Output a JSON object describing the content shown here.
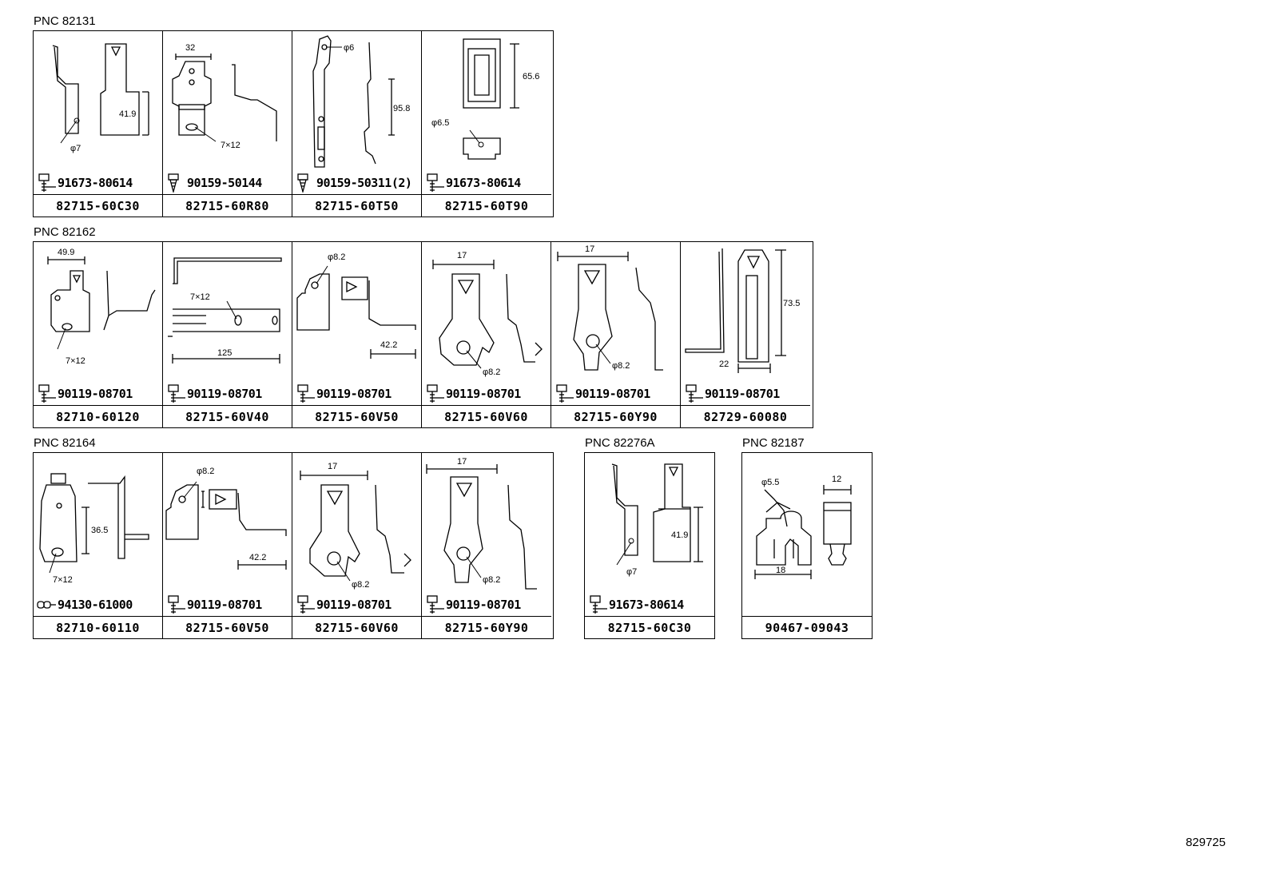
{
  "groups": [
    {
      "title": "PNC 82131",
      "cells": [
        {
          "fastener_icon": "flange-bolt-icon",
          "fastener": "91673-80614",
          "part": "82715-60C30",
          "dims": [
            "41.9",
            "φ7"
          ]
        },
        {
          "fastener_icon": "tapping-screw-icon",
          "fastener": "90159-50144",
          "part": "82715-60R80",
          "dims": [
            "32",
            "7×12"
          ]
        },
        {
          "fastener_icon": "tapping-screw-icon",
          "fastener": "90159-50311(2)",
          "part": "82715-60T50",
          "dims": [
            "φ6",
            "95.8"
          ]
        },
        {
          "fastener_icon": "flange-bolt-icon",
          "fastener": "91673-80614",
          "part": "82715-60T90",
          "dims": [
            "65.6",
            "φ6.5"
          ]
        }
      ]
    },
    {
      "title": "PNC 82162",
      "cells": [
        {
          "fastener_icon": "flange-bolt-icon",
          "fastener": "90119-08701",
          "part": "82710-60120",
          "dims": [
            "49.9",
            "7×12"
          ]
        },
        {
          "fastener_icon": "flange-bolt-icon",
          "fastener": "90119-08701",
          "part": "82715-60V40",
          "dims": [
            "7×12",
            "125"
          ]
        },
        {
          "fastener_icon": "flange-bolt-icon",
          "fastener": "90119-08701",
          "part": "82715-60V50",
          "dims": [
            "φ8.2",
            "42.2"
          ]
        },
        {
          "fastener_icon": "flange-bolt-icon",
          "fastener": "90119-08701",
          "part": "82715-60V60",
          "dims": [
            "17",
            "φ8.2"
          ]
        },
        {
          "fastener_icon": "flange-bolt-icon",
          "fastener": "90119-08701",
          "part": "82715-60Y90",
          "dims": [
            "17",
            "φ8.2"
          ]
        },
        {
          "fastener_icon": "flange-bolt-icon",
          "fastener": "90119-08701",
          "part": "82729-60080",
          "dims": [
            "73.5",
            "22"
          ]
        }
      ]
    },
    {
      "title": "PNC 82164",
      "cells": [
        {
          "fastener_icon": "clip-icon",
          "fastener": "94130-61000",
          "part": "82710-60110",
          "dims": [
            "36.5",
            "7×12"
          ]
        },
        {
          "fastener_icon": "flange-bolt-icon",
          "fastener": "90119-08701",
          "part": "82715-60V50",
          "dims": [
            "φ8.2",
            "42.2"
          ]
        },
        {
          "fastener_icon": "flange-bolt-icon",
          "fastener": "90119-08701",
          "part": "82715-60V60",
          "dims": [
            "17",
            "φ8.2"
          ]
        },
        {
          "fastener_icon": "flange-bolt-icon",
          "fastener": "90119-08701",
          "part": "82715-60Y90",
          "dims": [
            "17",
            "φ8.2"
          ]
        }
      ]
    },
    {
      "title": "PNC 82276A",
      "cells": [
        {
          "fastener_icon": "flange-bolt-icon",
          "fastener": "91673-80614",
          "part": "82715-60C30",
          "dims": [
            "41.9",
            "φ7"
          ]
        }
      ]
    },
    {
      "title": "PNC 82187",
      "cells": [
        {
          "fastener_icon": "",
          "fastener": "",
          "part": "90467-09043",
          "dims": [
            "φ5.5",
            "12",
            "18"
          ]
        }
      ]
    }
  ],
  "figure_id": "829725"
}
